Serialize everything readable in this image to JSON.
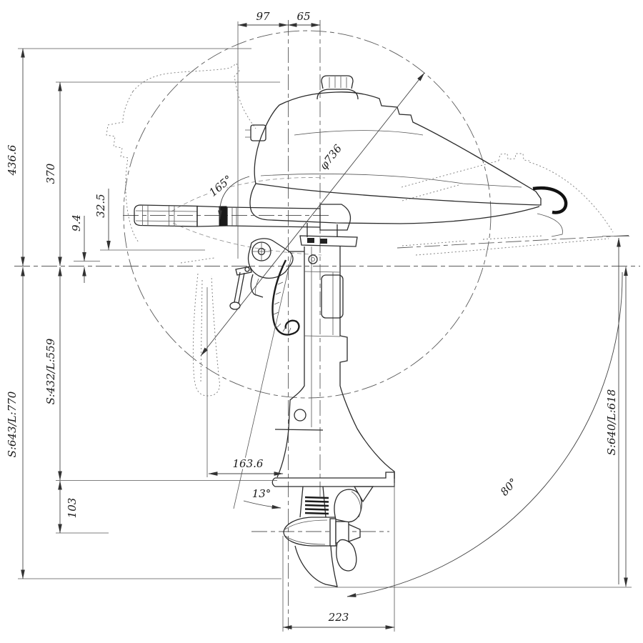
{
  "drawing": {
    "title": "outboard-motor-dimension-drawing",
    "colors": {
      "line": "#2b2b2b",
      "background": "#ffffff"
    },
    "dims": {
      "top_a": "97",
      "top_b": "65",
      "height_overall": "436.6",
      "height_cowl": "370",
      "tiller_height": "32.5",
      "transom_gap": "9.4",
      "shaft_length": "S:432/L:559",
      "overall_length": "S:643/L:770",
      "plate_to_prop": "103",
      "tilt_height": "S:640/L:618",
      "tilt_angle": "80°",
      "steering_angle": "165°",
      "trim_angle": "13°",
      "swing_diameter": "φ736",
      "transom_offset": "163.6",
      "prop_length": "223"
    }
  }
}
